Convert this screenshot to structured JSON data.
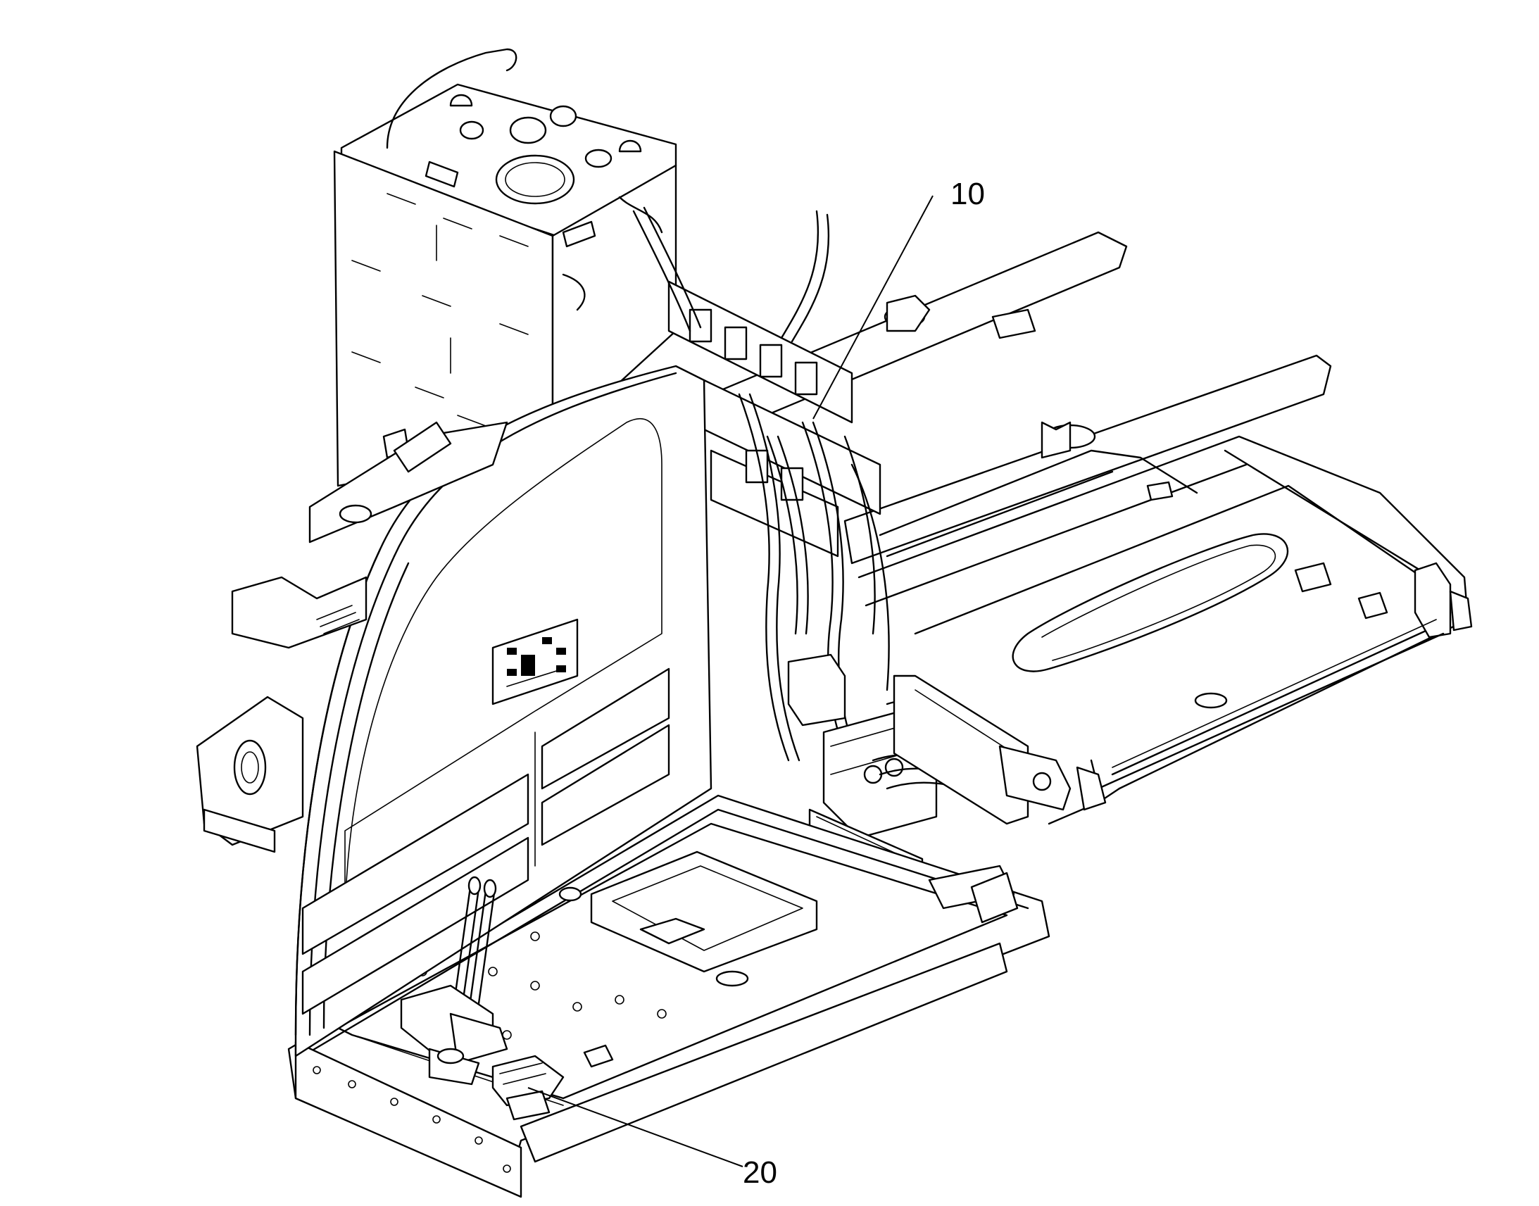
{
  "callouts": [
    {
      "id": "10",
      "label": "10"
    },
    {
      "id": "20",
      "label": "20"
    }
  ],
  "colors": {
    "line": "#000000",
    "background": "#ffffff"
  }
}
